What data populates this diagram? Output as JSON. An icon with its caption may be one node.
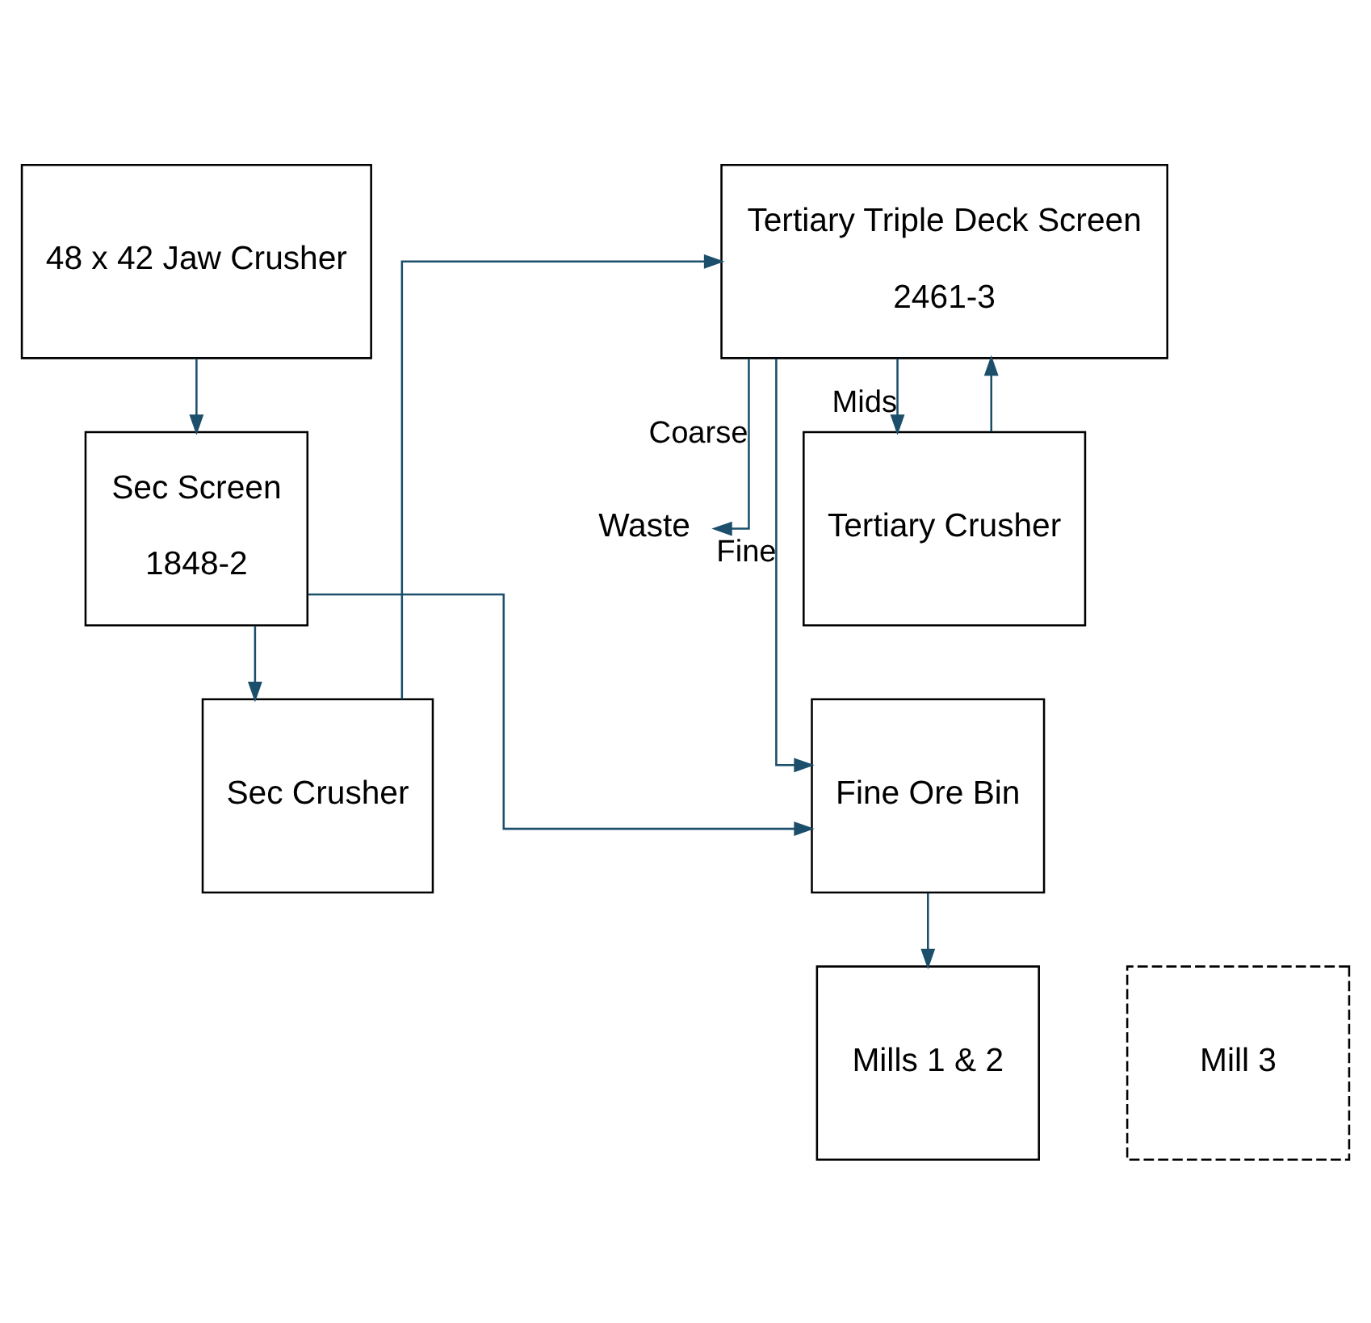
{
  "diagram": {
    "nodes": [
      {
        "text": [
          "48 x 42 Jaw Crusher"
        ]
      },
      {
        "text": [
          "Sec Screen",
          "1848-2"
        ]
      },
      {
        "text": [
          "Sec Crusher"
        ]
      },
      {
        "text": [
          "Tertiary Triple Deck Screen",
          "2461-3"
        ]
      },
      {
        "text": [
          "Tertiary Crusher"
        ]
      },
      {
        "text": [
          "Fine Ore Bin"
        ]
      },
      {
        "text": [
          "Mills 1 & 2"
        ]
      },
      {
        "text": [
          "Mill 3"
        ]
      },
      {
        "text": [
          "Waste"
        ]
      }
    ],
    "edges": [
      {
        "from": 0,
        "to": 1,
        "arrow": "to"
      },
      {
        "from": 1,
        "to": 2,
        "arrow": "to"
      },
      {
        "from": 2,
        "to": 3,
        "arrow": "to"
      },
      {
        "from": 3,
        "to": 8,
        "arrow": "to",
        "label": "Coarse"
      },
      {
        "from": 3,
        "to": 4,
        "arrow": "to",
        "label": "Mids"
      },
      {
        "from": 3,
        "to": 5,
        "arrow": "to",
        "label": "Fine"
      },
      {
        "from": 4,
        "to": 3,
        "arrow": "to"
      },
      {
        "from": 1,
        "to": 5,
        "arrow": "to"
      },
      {
        "from": 5,
        "to": 6,
        "arrow": "to"
      }
    ]
  }
}
